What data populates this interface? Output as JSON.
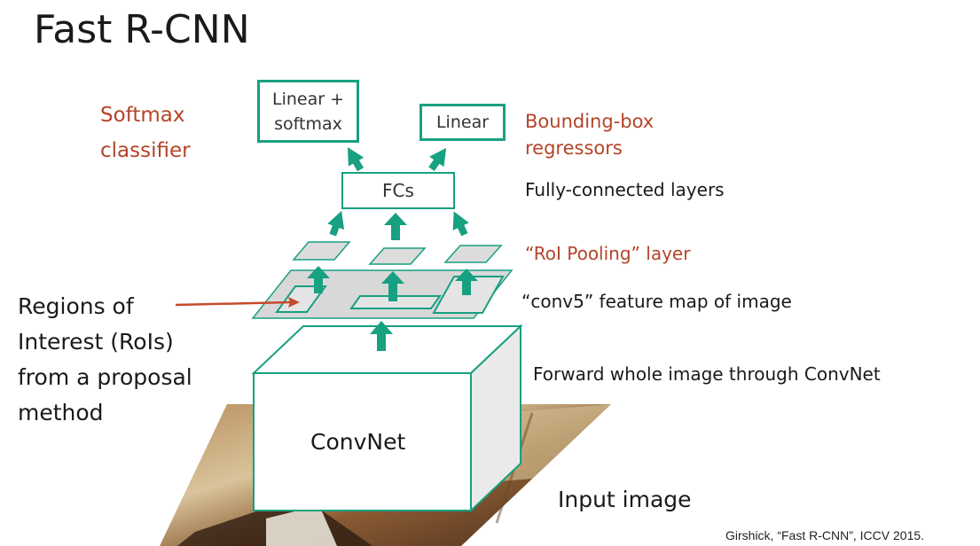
{
  "slide": {
    "title": "Fast R-CNN",
    "softmax_label": [
      "Softmax",
      "classifier"
    ],
    "bbox_label": [
      "Bounding-box",
      "regressors"
    ],
    "fc_label": "Fully-connected layers",
    "roi_pool_label": "“RoI Pooling” layer",
    "conv5_label": "“conv5” feature map of image",
    "forward_label": "Forward whole image through ConvNet",
    "input_label": "Input image",
    "rois_label": [
      "Regions of",
      "Interest (RoIs)",
      "from a proposal",
      "method"
    ],
    "boxes": {
      "linear_softmax": [
        "Linear +",
        "softmax"
      ],
      "linear": "Linear",
      "fcs": "FCs",
      "convnet": "ConvNet"
    },
    "citation": "Girshick, “Fast R-CNN”, ICCV 2015."
  },
  "colors": {
    "accent_green": "#17a081",
    "label_red": "#b5442a",
    "text": "#1a1a1a"
  }
}
